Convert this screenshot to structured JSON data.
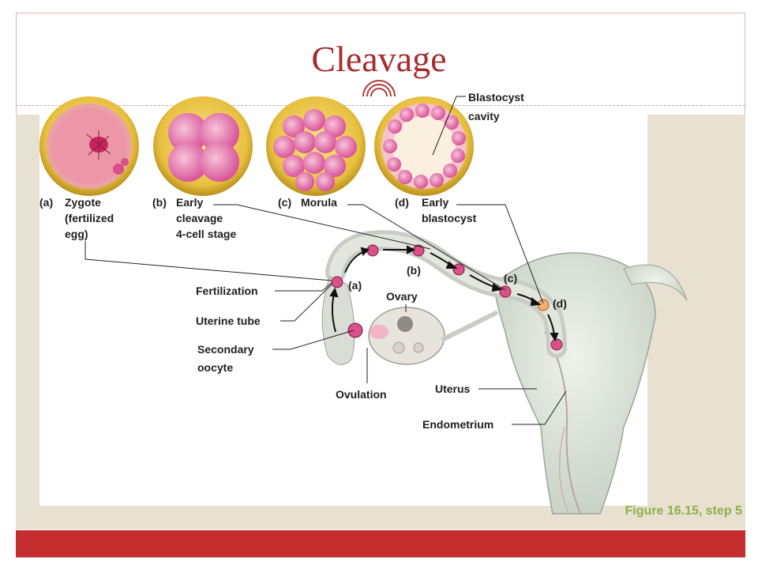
{
  "slide": {
    "title": "Cleavage",
    "caption": "Figure 16.15, step 5"
  },
  "stages": [
    {
      "letter": "(a)",
      "lines": [
        "Zygote",
        "(fertilized",
        "egg)"
      ]
    },
    {
      "letter": "(b)",
      "lines": [
        "Early",
        "cleavage",
        "4-cell stage"
      ]
    },
    {
      "letter": "(c)",
      "lines": [
        "Morula"
      ]
    },
    {
      "letter": "(d)",
      "lines": [
        "Early",
        "blastocyst"
      ]
    }
  ],
  "labels": {
    "blastocyst_1": "Blastocyst",
    "blastocyst_2": "cavity",
    "fertilization": "Fertilization",
    "uterine_tube": "Uterine tube",
    "secondary_oocyte_1": "Secondary",
    "secondary_oocyte_2": "oocyte",
    "ovulation": "Ovulation",
    "ovary": "Ovary",
    "uterus": "Uterus",
    "endometrium": "Endometrium"
  },
  "tract_markers": {
    "a": "(a)",
    "b": "(b)",
    "c": "(c)",
    "d": "(d)"
  },
  "colors": {
    "title": "#a62d2d",
    "caption": "#8bb14a",
    "bar": "#c42d2d",
    "beige": "#e8e0d0"
  }
}
